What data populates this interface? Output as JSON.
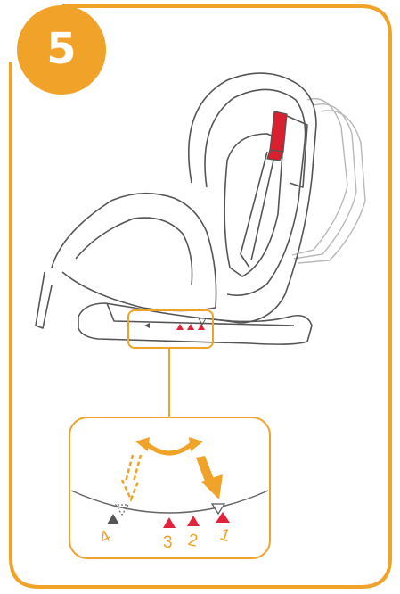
{
  "step": {
    "number": "5"
  },
  "detail": {
    "position_labels": [
      "4",
      "3",
      "2",
      "1"
    ]
  },
  "colors": {
    "accent": "#f0a328",
    "marker_red": "#e2233c",
    "marker_gray": "#555555",
    "line": "#666666",
    "headrest_handle": "#d8202f"
  },
  "icons": {
    "step_badge": "circle-badge",
    "motion_arrow": "curved-double-arrow",
    "down_arrow": "bold-arrow-down",
    "dashed_arrow": "dashed-arrow"
  }
}
